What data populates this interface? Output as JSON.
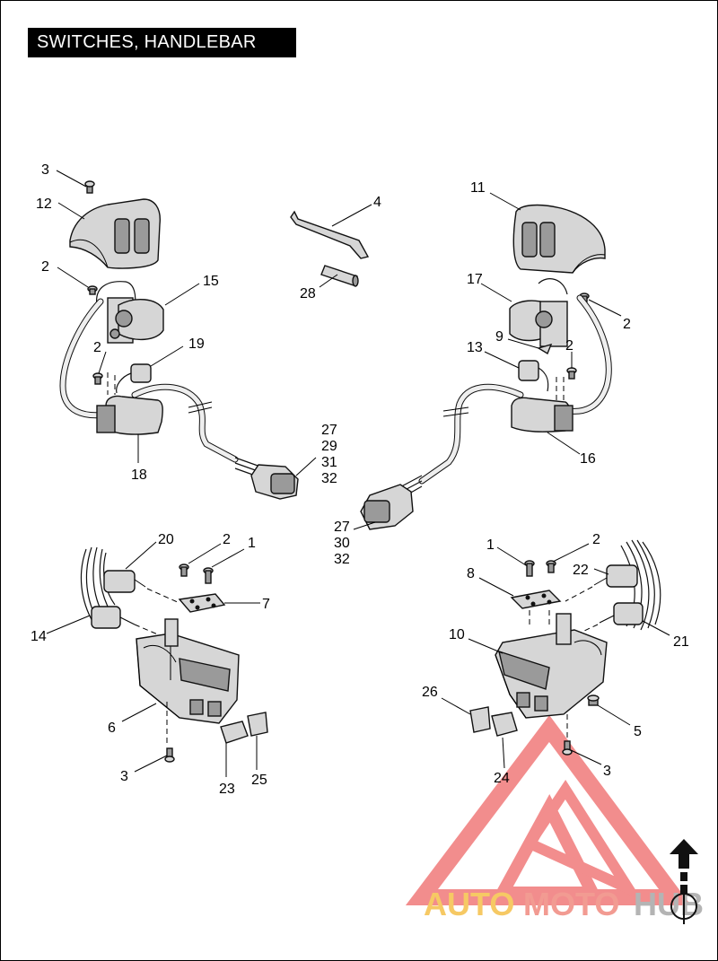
{
  "title": "SWITCHES, HANDLEBAR",
  "callouts": {
    "c3a": "3",
    "c12": "12",
    "c2a": "2",
    "c15": "15",
    "c2b": "2",
    "c19": "19",
    "c18": "18",
    "c4": "4",
    "c28": "28",
    "c11": "11",
    "c17": "17",
    "c2c": "2",
    "c9": "9",
    "c2d": "2",
    "c13": "13",
    "c16": "16",
    "c27a": "27",
    "c29": "29",
    "c31": "31",
    "c32a": "32",
    "c27b": "27",
    "c30": "30",
    "c32b": "32",
    "c20": "20",
    "c2e": "2",
    "c1a": "1",
    "c7": "7",
    "c14": "14",
    "c6": "6",
    "c3b": "3",
    "c23": "23",
    "c25": "25",
    "c1b": "1",
    "c2f": "2",
    "c8": "8",
    "c22": "22",
    "c10": "10",
    "c21": "21",
    "c26": "26",
    "c5": "5",
    "c24": "24",
    "c3c": "3"
  },
  "watermark": {
    "text_left": "AUTO",
    "text_mid": "MOTO",
    "text_right": "HUB",
    "color_left": "#f5c04a",
    "color_mid": "#f08a80",
    "color_right": "#a8a8a8",
    "triangle_color": "#f07a7a"
  },
  "north_arrow": "up-arrow-icon"
}
